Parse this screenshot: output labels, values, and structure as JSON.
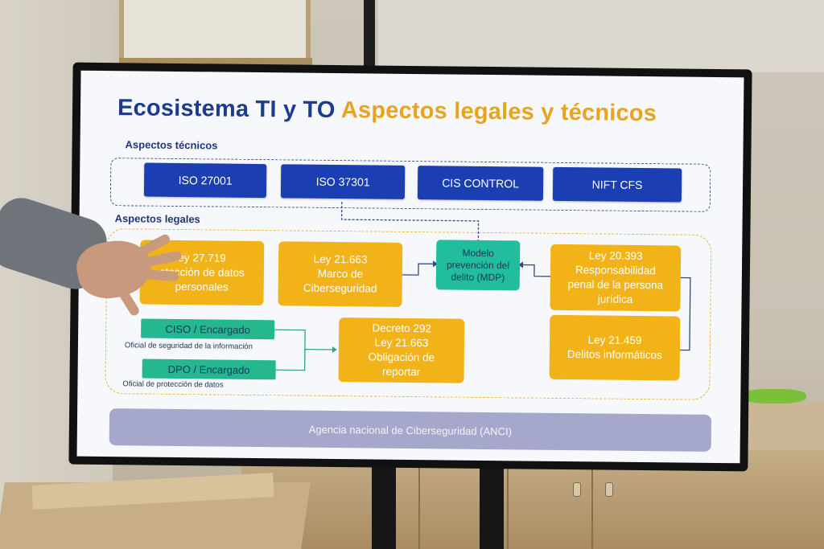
{
  "slide": {
    "title_part1": "Ecosistema TI y TO",
    "title_part2": "Aspectos legales y técnicos",
    "tech_label": "Aspectos técnicos",
    "legal_label": "Aspectos legales",
    "tech_items": [
      "ISO 27001",
      "ISO 37301",
      "CIS CONTROL",
      "NIFT  CFS"
    ],
    "ley27719": [
      "ey 27.719",
      "otección de datos",
      "personales"
    ],
    "ley21663_marco": [
      "Ley 21.663",
      "Marco de",
      "Ciberseguridad"
    ],
    "mdp": [
      "Modelo",
      "prevención del",
      "delito (MDP)"
    ],
    "ley20393": [
      "Ley 20.393",
      "Responsabilidad",
      "penal de la persona",
      "jurídica"
    ],
    "ley21459": [
      "Ley 21.459",
      "Delitos informáticos"
    ],
    "decreto": [
      "Decreto 292",
      "Ley 21.663",
      "Obligación de",
      "reportar"
    ],
    "ciso": "CISO / Encargado",
    "ciso_note": "Oficial de seguridad de la información",
    "dpo": "DPO / Encargado",
    "dpo_note": "Oficial de protección de datos",
    "anci": "Agencia nacional de Ciberseguridad (ANCI)"
  },
  "colors": {
    "navy": "#1d3c8f",
    "gold": "#e8a320",
    "blue_box": "#1b3fb3",
    "gold_box": "#f2b319",
    "teal": "#22bd9d",
    "anci_bar": "#a6a8cb"
  }
}
